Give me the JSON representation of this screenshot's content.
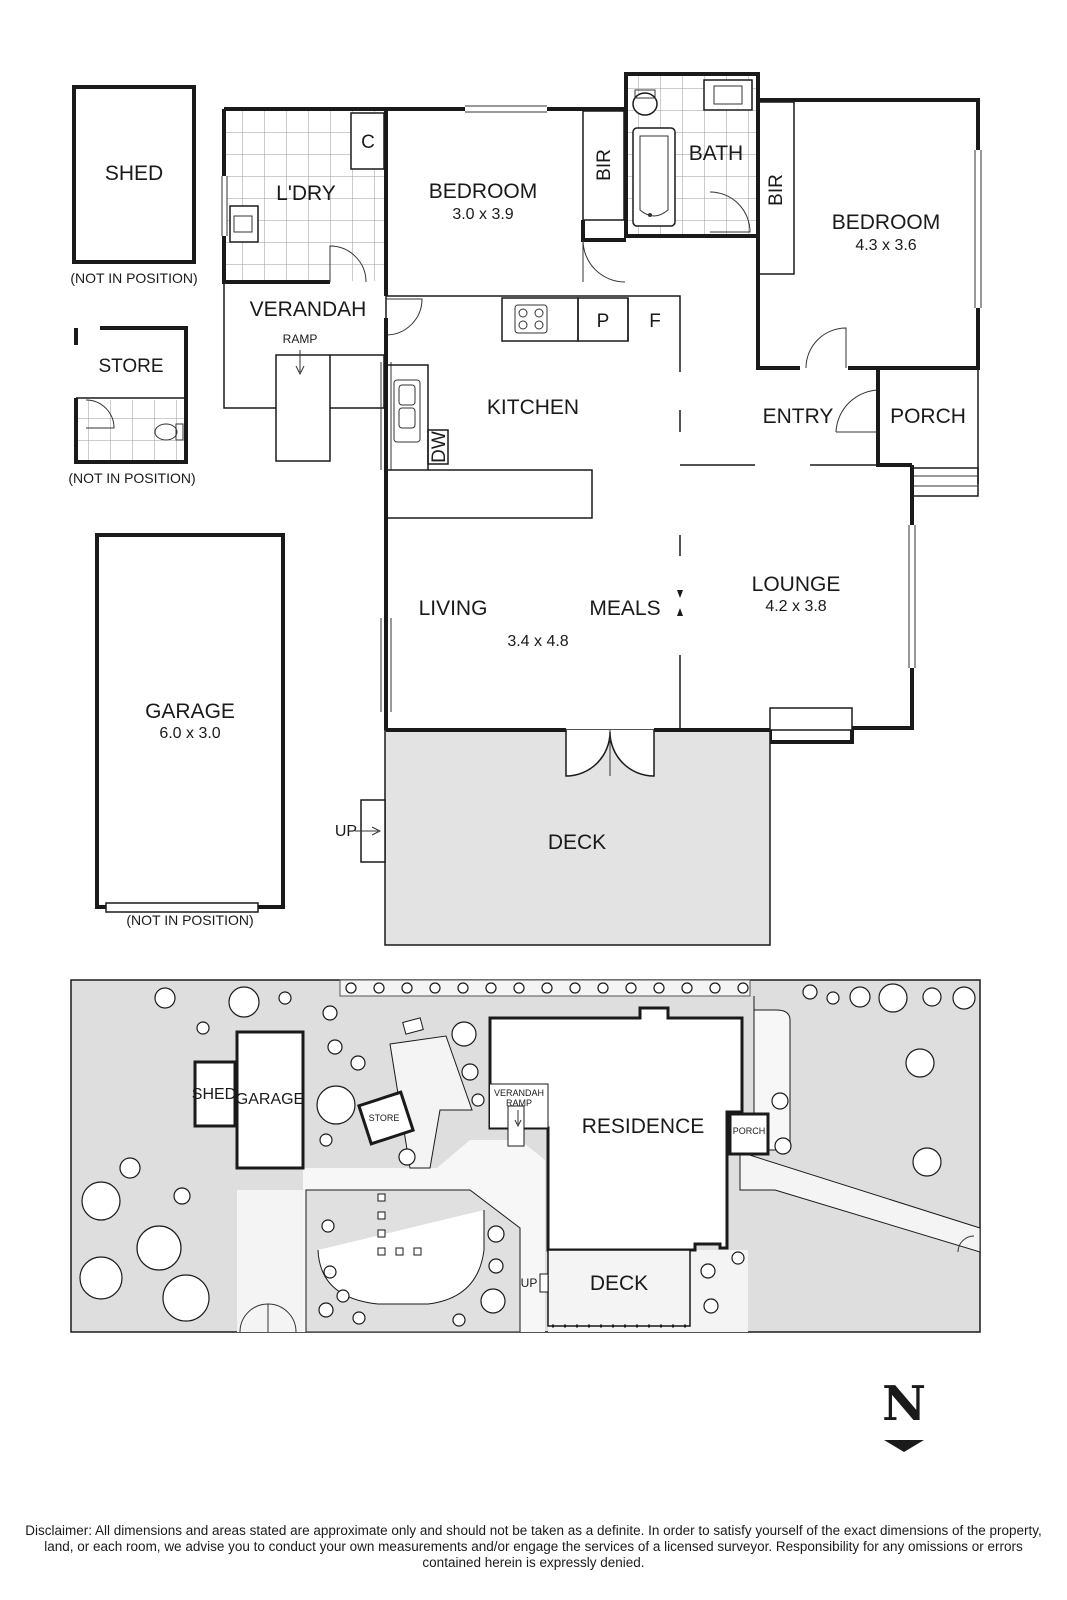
{
  "floorplan": {
    "rooms": {
      "shed": {
        "label": "SHED",
        "note": "(NOT IN POSITION)"
      },
      "store": {
        "label": "STORE",
        "note": "(NOT IN POSITION)"
      },
      "laundry": {
        "label": "L'DRY",
        "cupboard": "C"
      },
      "bedroom2": {
        "label": "BEDROOM",
        "dims": "3.0 x 3.9",
        "robe": "BIR"
      },
      "bath": {
        "label": "BATH"
      },
      "bedroom1": {
        "label": "BEDROOM",
        "dims": "4.3 x 3.6",
        "robe": "BIR"
      },
      "verandah": {
        "label": "VERANDAH",
        "ramp": "RAMP"
      },
      "kitchen": {
        "label": "KITCHEN",
        "pantry": "P",
        "fridge": "F",
        "dishwasher": "DW"
      },
      "entry": {
        "label": "ENTRY"
      },
      "porch": {
        "label": "PORCH"
      },
      "living": {
        "label": "LIVING",
        "dims": "3.4 x 4.8"
      },
      "meals": {
        "label": "MEALS"
      },
      "lounge": {
        "label": "LOUNGE",
        "dims": "4.2 x 3.8"
      },
      "garage": {
        "label": "GARAGE",
        "dims": "6.0 x 3.0",
        "note": "(NOT IN POSITION)"
      },
      "deck": {
        "label": "DECK",
        "up": "UP"
      }
    }
  },
  "siteplan": {
    "shed": "SHED",
    "garage": "GARAGE",
    "store": "STORE",
    "verandah": "VERANDAH",
    "ramp": "RAMP",
    "residence": "RESIDENCE",
    "porch": "PORCH",
    "deck": "DECK",
    "up": "UP"
  },
  "north": {
    "label": "N"
  },
  "disclaimer": "Disclaimer: All dimensions and areas stated are approximate only and should not be taken as a definite. In order to satisfy yourself of the exact dimensions of the property, land, or each room, we advise you to conduct your own measurements and/or engage the services of a licensed surveyor. Responsibility for any omissions or errors contained herein is expressly denied."
}
